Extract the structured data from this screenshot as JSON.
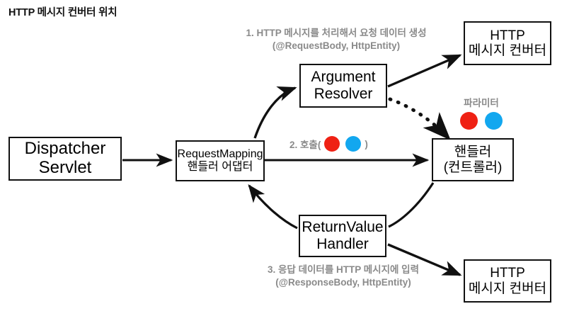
{
  "title": "HTTP 메시지 컨버터 위치",
  "nodes": {
    "dispatcher_servlet": {
      "line1": "Dispatcher",
      "line2": "Servlet"
    },
    "request_mapping_adapter": {
      "line1": "RequestMapping",
      "line2": "핸들러 어댑터"
    },
    "argument_resolver": {
      "line1": "Argument",
      "line2": "Resolver"
    },
    "http_message_converter_top": {
      "line1": "HTTP",
      "line2": "메시지 컨버터"
    },
    "handler": {
      "line1": "핸들러",
      "line2": "(컨트롤러)"
    },
    "return_value_handler": {
      "line1": "ReturnValue",
      "line2": "Handler"
    },
    "http_message_converter_bottom": {
      "line1": "HTTP",
      "line2": "메시지 컨버터"
    }
  },
  "annotations": {
    "step1": {
      "line1": "1. HTTP 메시지를 처리해서 요청 데이터 생성",
      "line2": "(@RequestBody, HttpEntity)"
    },
    "step2": {
      "prefix": "2. 호출(",
      "suffix": ")"
    },
    "step3": {
      "line1": "3. 응답 데이터를 HTTP 메시지에 입력",
      "line2": "(@ResponseBody, HttpEntity)"
    },
    "parameter": {
      "label": "파라미터"
    }
  },
  "colors": {
    "stroke": "#111111",
    "annotation_text": "#8a8a8a",
    "dot_red": "#ef2114",
    "dot_blue": "#12a7ef",
    "background": "#ffffff"
  }
}
